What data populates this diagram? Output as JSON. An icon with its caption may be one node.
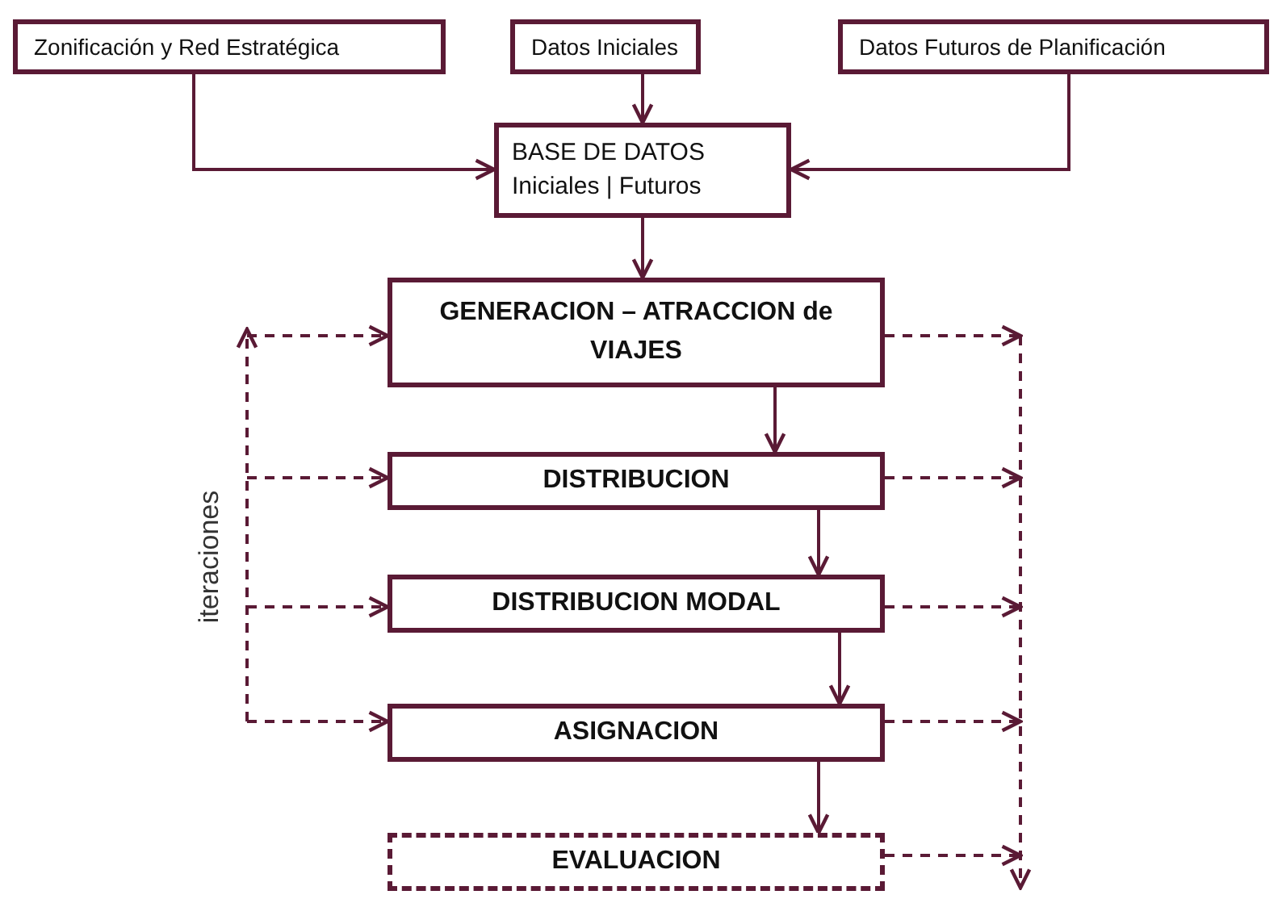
{
  "diagram": {
    "nodes": [
      {
        "text": [
          "Zonificación y Red Estratégica"
        ]
      },
      {
        "text": [
          "Datos Iniciales"
        ]
      },
      {
        "text": [
          "Datos Futuros de Planificación"
        ]
      },
      {
        "text": [
          "BASE DE DATOS",
          "Iniciales | Futuros"
        ]
      },
      {
        "text": [
          "GENERACION – ATRACCION de VIAJES"
        ]
      },
      {
        "text": [
          "DISTRIBUCION"
        ]
      },
      {
        "text": [
          "DISTRIBUCION MODAL"
        ]
      },
      {
        "text": [
          "ASIGNACION"
        ]
      },
      {
        "text": [
          "EVALUACION"
        ]
      }
    ],
    "edges": [
      {
        "from": 0,
        "to": 3,
        "arrow": "to"
      },
      {
        "from": 1,
        "to": 3,
        "arrow": "to"
      },
      {
        "from": 2,
        "to": 3,
        "arrow": "to"
      },
      {
        "from": 3,
        "to": 4,
        "arrow": "to"
      },
      {
        "from": 4,
        "to": 5,
        "arrow": "to"
      },
      {
        "from": 5,
        "to": 6,
        "arrow": "to"
      },
      {
        "from": 6,
        "to": 7,
        "arrow": "to"
      },
      {
        "from": 7,
        "to": 8,
        "arrow": "to"
      },
      {
        "from": null,
        "to": 4,
        "arrow": "to",
        "style": "dashed"
      },
      {
        "from": null,
        "to": 5,
        "arrow": "to",
        "style": "dashed"
      },
      {
        "from": null,
        "to": 6,
        "arrow": "to",
        "style": "dashed"
      },
      {
        "from": null,
        "to": 7,
        "arrow": "to",
        "style": "dashed"
      },
      {
        "from": 4,
        "to": null,
        "arrow": "to",
        "style": "dashed"
      },
      {
        "from": 5,
        "to": null,
        "arrow": "to",
        "style": "dashed"
      },
      {
        "from": 6,
        "to": null,
        "arrow": "to",
        "style": "dashed"
      },
      {
        "from": 7,
        "to": null,
        "arrow": "to",
        "style": "dashed"
      },
      {
        "from": 8,
        "to": null,
        "arrow": "to",
        "style": "dashed"
      }
    ],
    "labels": [
      "iteraciones"
    ]
  }
}
